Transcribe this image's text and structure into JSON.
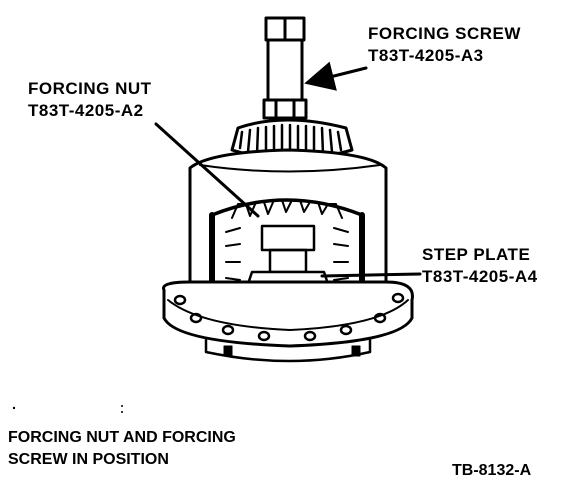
{
  "labels": {
    "forcing_screw": {
      "name": "FORCING SCREW",
      "part": "T83T-4205-A3"
    },
    "forcing_nut": {
      "name": "FORCING NUT",
      "part": "T83T-4205-A2"
    },
    "step_plate": {
      "name": "STEP PLATE",
      "part": "T83T-4205-A4"
    }
  },
  "caption": {
    "line1": "FORCING NUT AND FORCING",
    "line2": "SCREW IN POSITION"
  },
  "figure_id": "TB-8132-A",
  "colors": {
    "ink": "#000000",
    "paper": "#ffffff"
  }
}
